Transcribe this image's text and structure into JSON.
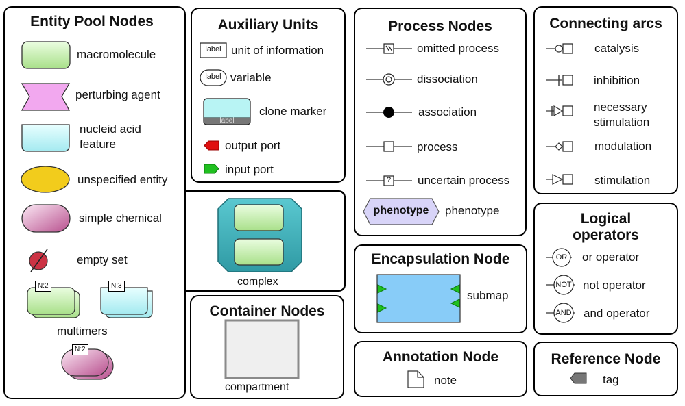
{
  "entity_pool": {
    "title": "Entity Pool Nodes",
    "macromolecule": "macromolecule",
    "perturbing_agent": "perturbing agent",
    "nucleic_acid_line1": "nucleid acid",
    "nucleic_acid_line2": "feature",
    "unspecified_entity": "unspecified entity",
    "simple_chemical": "simple chemical",
    "empty_set": "empty set",
    "multimers": "multimers",
    "multimer_card_1": "N:2",
    "multimer_card_2": "N:3",
    "multimer_card_3": "N:2"
  },
  "auxiliary": {
    "title": "Auxiliary Units",
    "unit_box": "label",
    "unit_of_information": "unit of information",
    "variable_box": "label",
    "variable": "variable",
    "clone_box": "label",
    "clone_marker": "clone marker",
    "output_port": "output port",
    "input_port": "input port"
  },
  "complex": {
    "label": "complex"
  },
  "container": {
    "title": "Container Nodes",
    "compartment": "compartment"
  },
  "process": {
    "title": "Process Nodes",
    "omitted": "omitted process",
    "dissociation": "dissociation",
    "association": "association",
    "process": "process",
    "uncertain_box": "?",
    "uncertain": "uncertain process",
    "phenotype_box": "phenotype",
    "phenotype": "phenotype"
  },
  "encapsulation": {
    "title": "Encapsulation Node",
    "submap": "submap"
  },
  "annotation": {
    "title": "Annotation Node",
    "note": "note"
  },
  "arcs": {
    "title": "Connecting arcs",
    "catalysis": "catalysis",
    "inhibition": "inhibition",
    "necessary_line1": "necessary",
    "necessary_line2": "stimulation",
    "modulation": "modulation",
    "stimulation": "stimulation"
  },
  "logical": {
    "title_line1": "Logical",
    "title_line2": "operators",
    "or_box": "OR",
    "or": "or operator",
    "not_box": "NOT",
    "not": "not operator",
    "and_box": "AND",
    "and": "and operator"
  },
  "reference": {
    "title": "Reference Node",
    "tag": "tag"
  },
  "colors": {
    "macromolecule_fill": "#c8f0a8",
    "perturbing_fill": "#f4a6f0",
    "nucleic_fill": "#b8f4f4",
    "unspecified_fill": "#f2cc1c",
    "chemical_fill": "#d98fc0",
    "empty_set_fill": "#cc3344",
    "complex_fill": "#44b8c0",
    "output_port": "#e01010",
    "input_port": "#20c020",
    "submap_fill": "#88ccf8",
    "phenotype_fill": "#d8d4f8",
    "compartment_fill": "#efefef",
    "tag_fill": "#777777"
  }
}
